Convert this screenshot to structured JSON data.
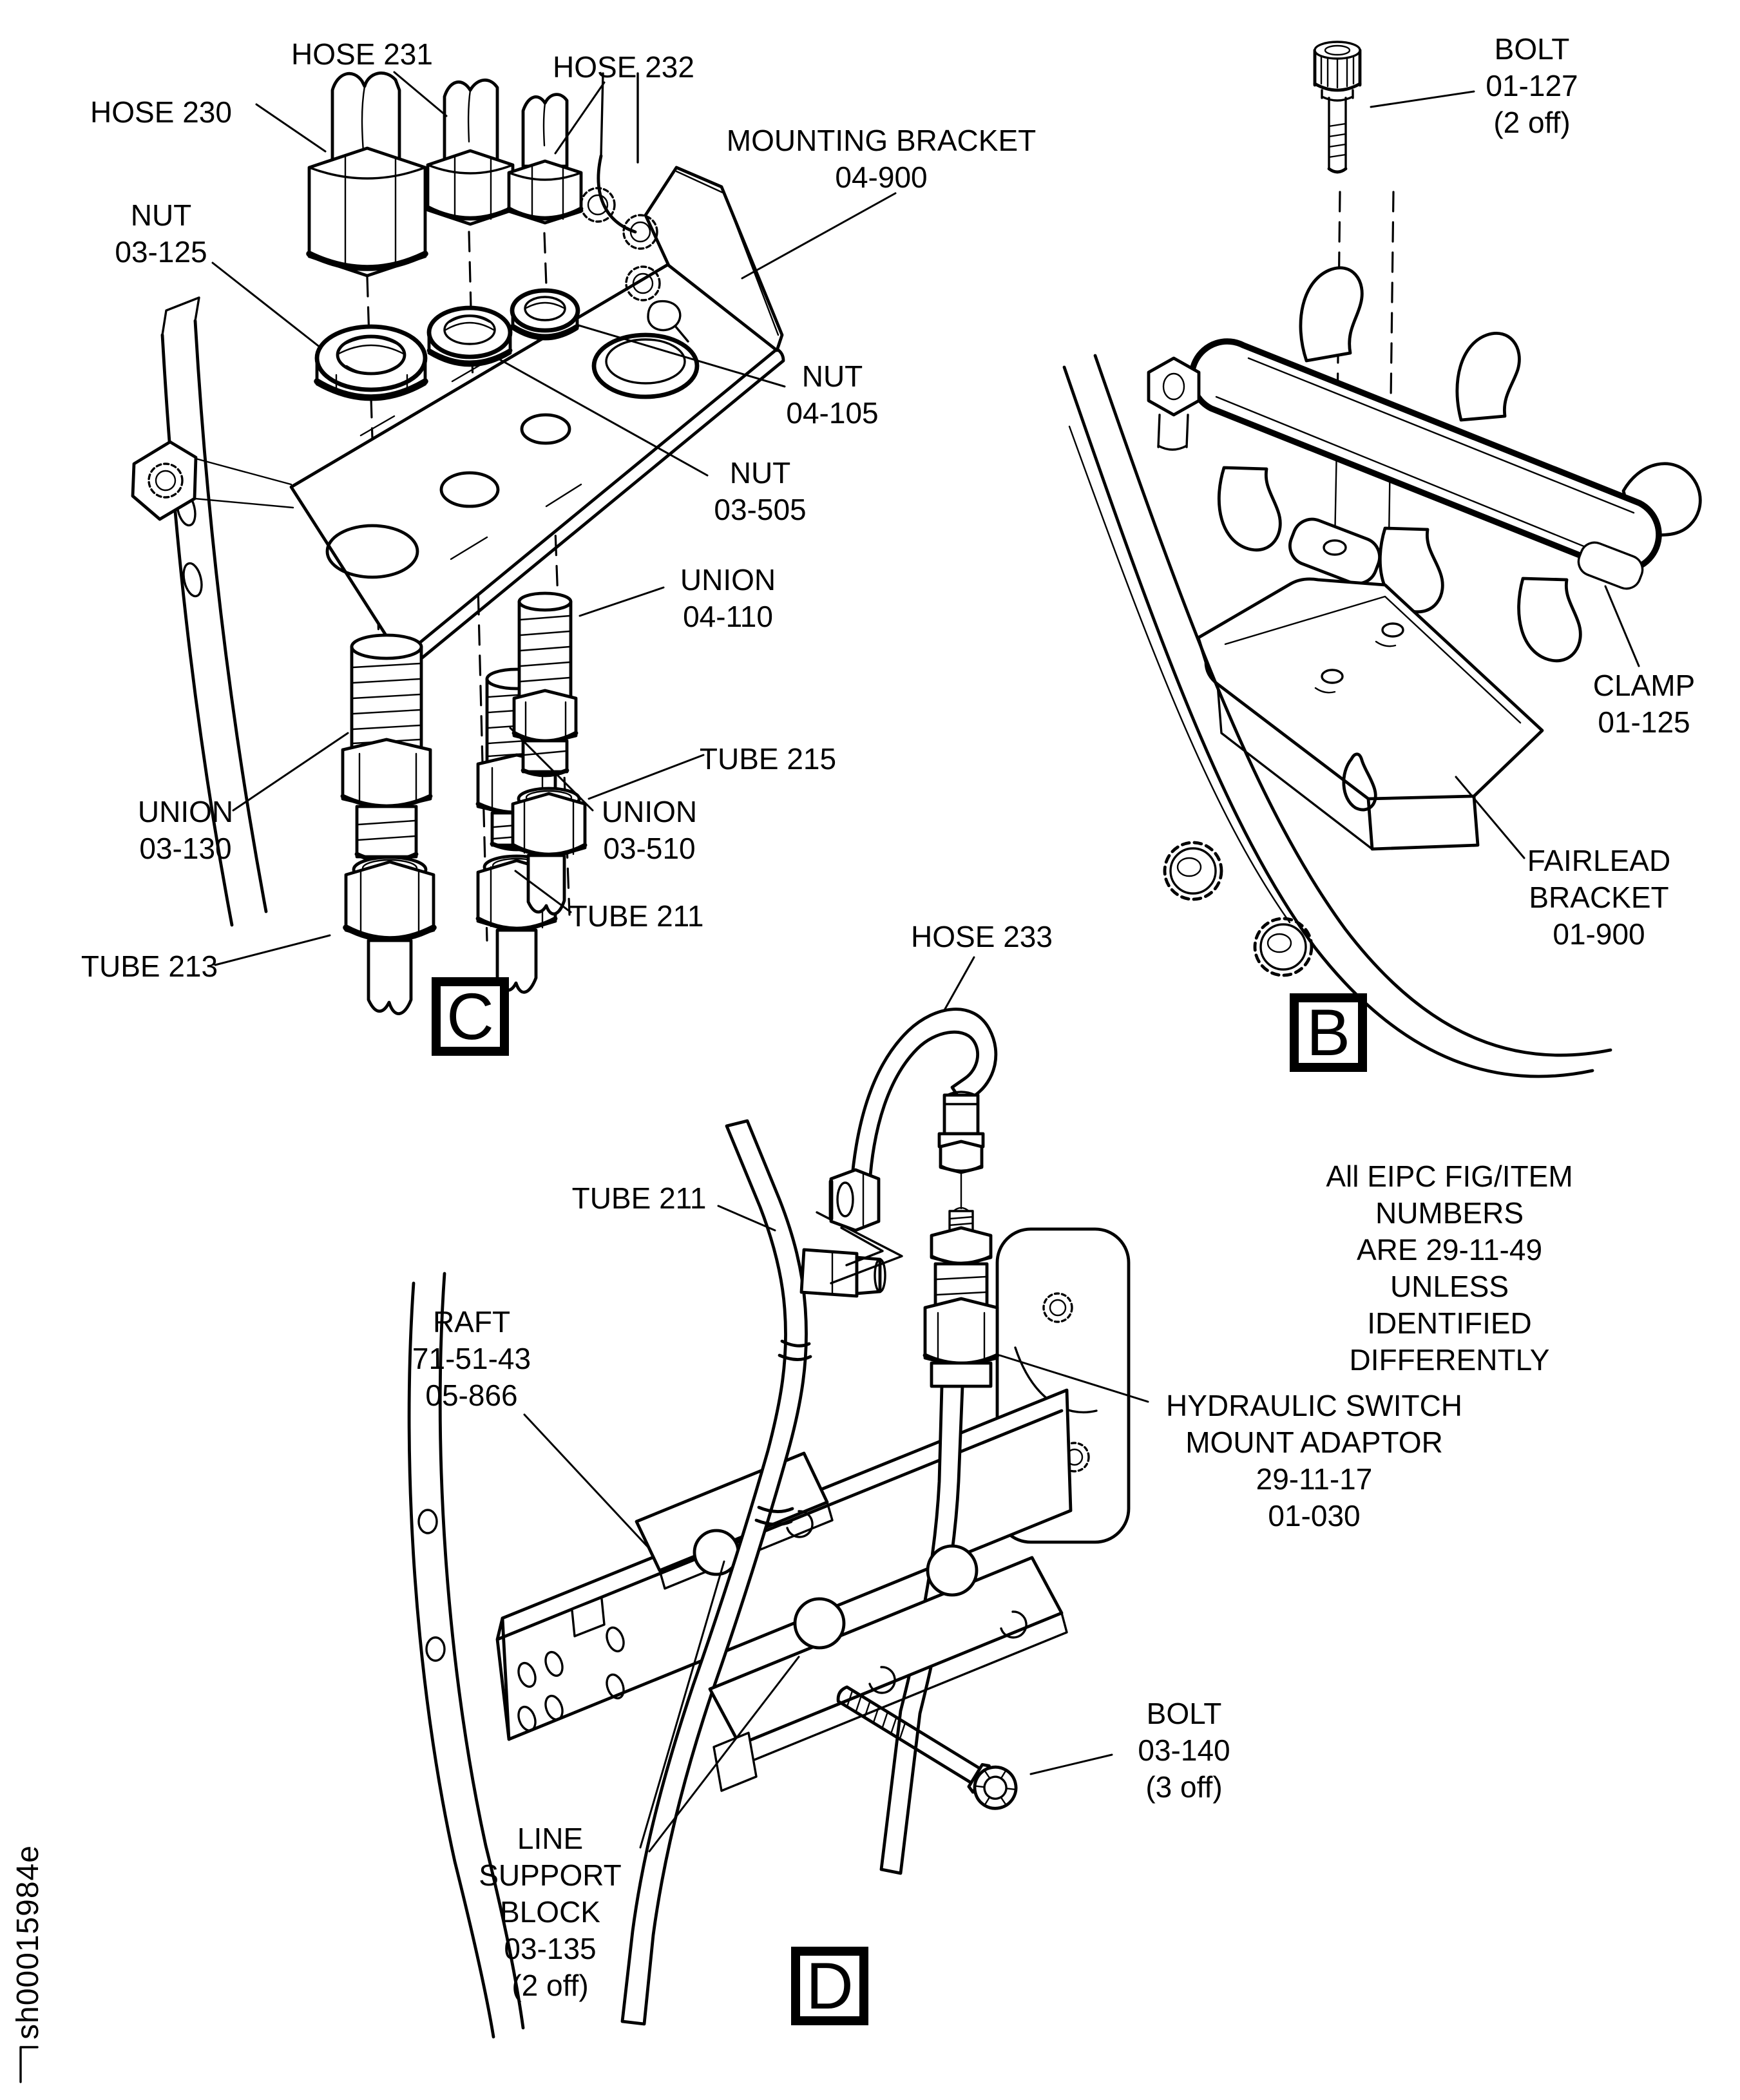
{
  "page": {
    "background": "#ffffff",
    "ink": "#000000"
  },
  "figure": {
    "sections": [
      {
        "tag": "C",
        "labels": [
          {
            "id": "hose-230",
            "text": "HOSE 230"
          },
          {
            "id": "hose-231",
            "text": "HOSE 231"
          },
          {
            "id": "hose-232",
            "text": "HOSE 232"
          },
          {
            "id": "nut-03-125",
            "text": "NUT\n03-125"
          },
          {
            "id": "mounting-bracket-04-900",
            "text": "MOUNTING BRACKET\n04-900"
          },
          {
            "id": "nut-04-105",
            "text": "NUT\n04-105"
          },
          {
            "id": "nut-03-505",
            "text": "NUT\n03-505"
          },
          {
            "id": "union-04-110",
            "text": "UNION\n04-110"
          },
          {
            "id": "tube-215",
            "text": "TUBE 215"
          },
          {
            "id": "union-03-510",
            "text": "UNION\n03-510"
          },
          {
            "id": "union-03-130",
            "text": "UNION\n03-130"
          },
          {
            "id": "tube-211",
            "text": "TUBE 211"
          },
          {
            "id": "tube-213",
            "text": "TUBE 213"
          }
        ]
      },
      {
        "tag": "B",
        "labels": [
          {
            "id": "bolt-01-127",
            "text": "BOLT\n01-127\n(2 off)"
          },
          {
            "id": "clamp-01-125",
            "text": "CLAMP\n01-125"
          },
          {
            "id": "fairlead-bracket-01-900",
            "text": "FAIRLEAD\nBRACKET\n01-900"
          }
        ]
      },
      {
        "tag": "D",
        "labels": [
          {
            "id": "hose-233",
            "text": "HOSE 233"
          },
          {
            "id": "tube-211",
            "text": "TUBE 211"
          },
          {
            "id": "raft-71-51-43-05-866",
            "text": "RAFT\n71-51-43\n05-866"
          },
          {
            "id": "eipc-note",
            "text": "All EIPC FIG/ITEM NUMBERS\nARE 29-11-49\nUNLESS IDENTIFIED DIFFERENTLY"
          },
          {
            "id": "hydraulic-switch-mount-adaptor",
            "text": "HYDRAULIC SWITCH\nMOUNT ADAPTOR\n29-11-17\n01-030"
          },
          {
            "id": "bolt-03-140",
            "text": "BOLT\n03-140\n(3 off)"
          },
          {
            "id": "line-support-block",
            "text": "LINE\nSUPPORT\nBLOCK\n03-135\n(2 off)"
          }
        ]
      }
    ],
    "drawing_number": "sh00015984e"
  }
}
